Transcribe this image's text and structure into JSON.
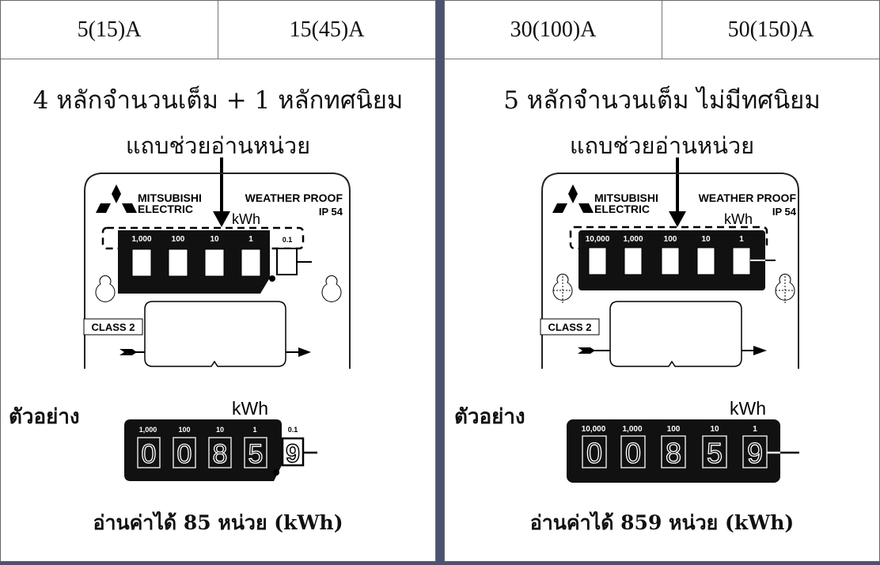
{
  "left": {
    "header": [
      "5(15)A",
      "15(45)A"
    ],
    "title": "4 หลักจำนวนเต็ม + 1 หลักทศนิยม",
    "band_label": "แถบช่วยอ่านหน่วย",
    "meter": {
      "brand_line1": "MITSUBISHI",
      "brand_line2": "ELECTRIC",
      "weather_line1": "WEATHER PROOF",
      "weather_line2": "IP 54",
      "unit": "kWh",
      "class_label": "CLASS 2",
      "places": [
        "1,000",
        "100",
        "10",
        "1"
      ],
      "decimal_place": "0.1"
    },
    "example_label": "ตัวอย่าง",
    "example_unit": "kWh",
    "example_places": [
      "1,000",
      "100",
      "10",
      "1"
    ],
    "example_decimal_place": "0.1",
    "example_digits": [
      "0",
      "0",
      "8",
      "5"
    ],
    "example_decimal_digit": "9",
    "result": "อ่านค่าได้  85 หน่วย (kWh)"
  },
  "right": {
    "header": [
      "30(100)A",
      "50(150)A"
    ],
    "title": "5 หลักจำนวนเต็ม ไม่มีทศนิยม",
    "band_label": "แถบช่วยอ่านหน่วย",
    "meter": {
      "brand_line1": "MITSUBISHI",
      "brand_line2": "ELECTRIC",
      "weather_line1": "WEATHER PROOF",
      "weather_line2": "IP 54",
      "unit": "kWh",
      "class_label": "CLASS 2",
      "places": [
        "10,000",
        "1,000",
        "100",
        "10",
        "1"
      ]
    },
    "example_label": "ตัวอย่าง",
    "example_unit": "kWh",
    "example_places": [
      "10,000",
      "1,000",
      "100",
      "10",
      "1"
    ],
    "example_digits": [
      "0",
      "0",
      "8",
      "5",
      "9"
    ],
    "result": "อ่านค่าได้  859 หน่วย (kWh)"
  }
}
